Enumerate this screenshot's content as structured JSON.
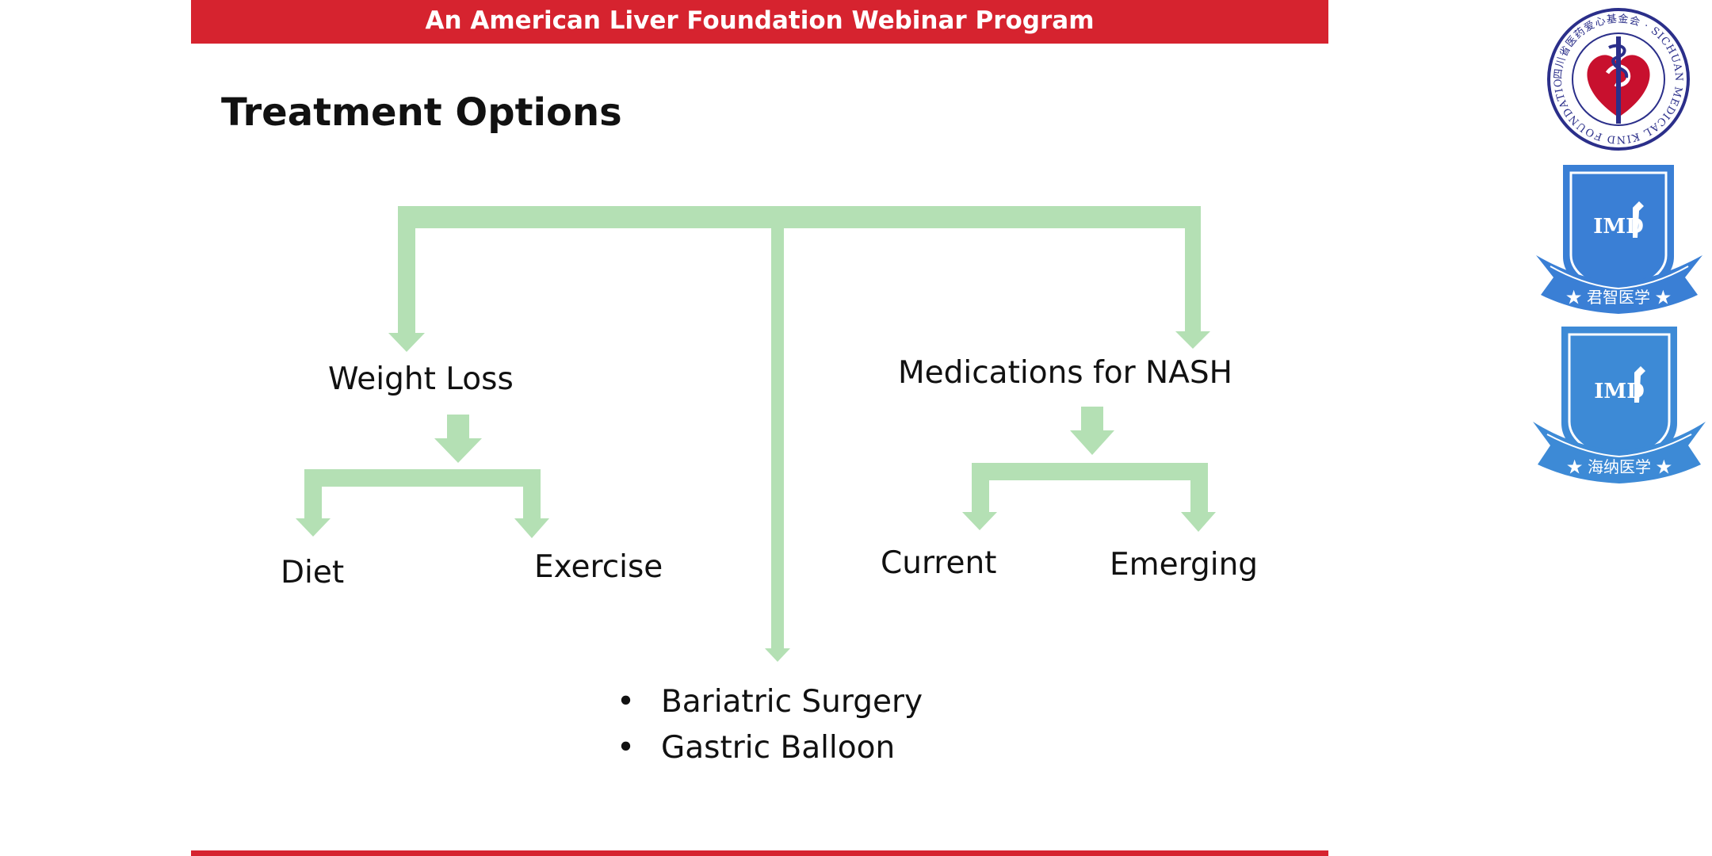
{
  "banner": {
    "text": "An American Liver Foundation Webinar Program"
  },
  "slide": {
    "title": "Treatment Options"
  },
  "diagram": {
    "nodes": {
      "weight_loss": "Weight Loss",
      "diet": "Diet",
      "exercise": "Exercise",
      "medications": "Medications for NASH",
      "current": "Current",
      "emerging": "Emerging"
    },
    "bullets": [
      "Bariatric Surgery",
      "Gastric Balloon"
    ],
    "bullet_glyph": "•",
    "arrow_color": "#b4e0b4"
  },
  "logos": {
    "sichuan": {
      "ring_text": "四川省医药爱心基金会 · SICHUAN MEDICAL KIND FOUNDATION ·"
    },
    "junzhi": {
      "mark": "IMD",
      "ribbon": "★ 君智医学 ★"
    },
    "haina": {
      "mark": "IMD",
      "ribbon": "★ 海纳医学 ★"
    }
  },
  "colors": {
    "banner_red": "#d6232f",
    "arrow_green": "#b4e0b4",
    "logo_blue": "#3a7fd5",
    "logo_blue_2": "#3d8ad6",
    "logo_red": "#c8102e",
    "logo_navy": "#2b2f8a"
  }
}
